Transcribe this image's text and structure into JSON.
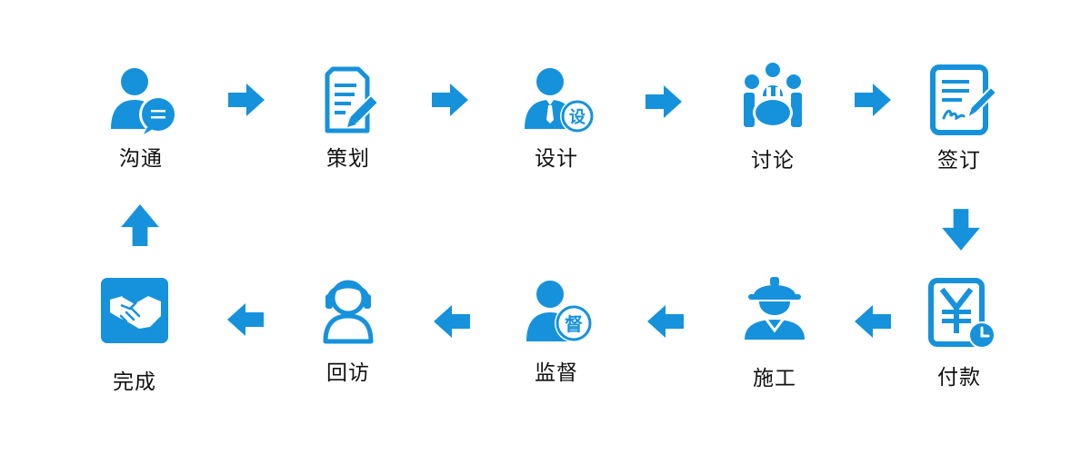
{
  "colors": {
    "accent": "#1592db",
    "text": "#111111",
    "background": "#ffffff"
  },
  "steps": [
    {
      "label": "沟通",
      "icon": "person-chat-icon"
    },
    {
      "label": "策划",
      "icon": "document-pen-icon"
    },
    {
      "label": "设计",
      "icon": "designer-person-icon"
    },
    {
      "label": "讨论",
      "icon": "group-meeting-icon"
    },
    {
      "label": "签订",
      "icon": "contract-sign-icon"
    },
    {
      "label": "付款",
      "icon": "yuan-payment-icon"
    },
    {
      "label": "施工",
      "icon": "construction-worker-icon"
    },
    {
      "label": "监督",
      "icon": "supervisor-person-icon"
    },
    {
      "label": "回访",
      "icon": "headset-person-icon"
    },
    {
      "label": "完成",
      "icon": "handshake-icon"
    }
  ],
  "badges": {
    "design": "设",
    "supervise": "督"
  }
}
